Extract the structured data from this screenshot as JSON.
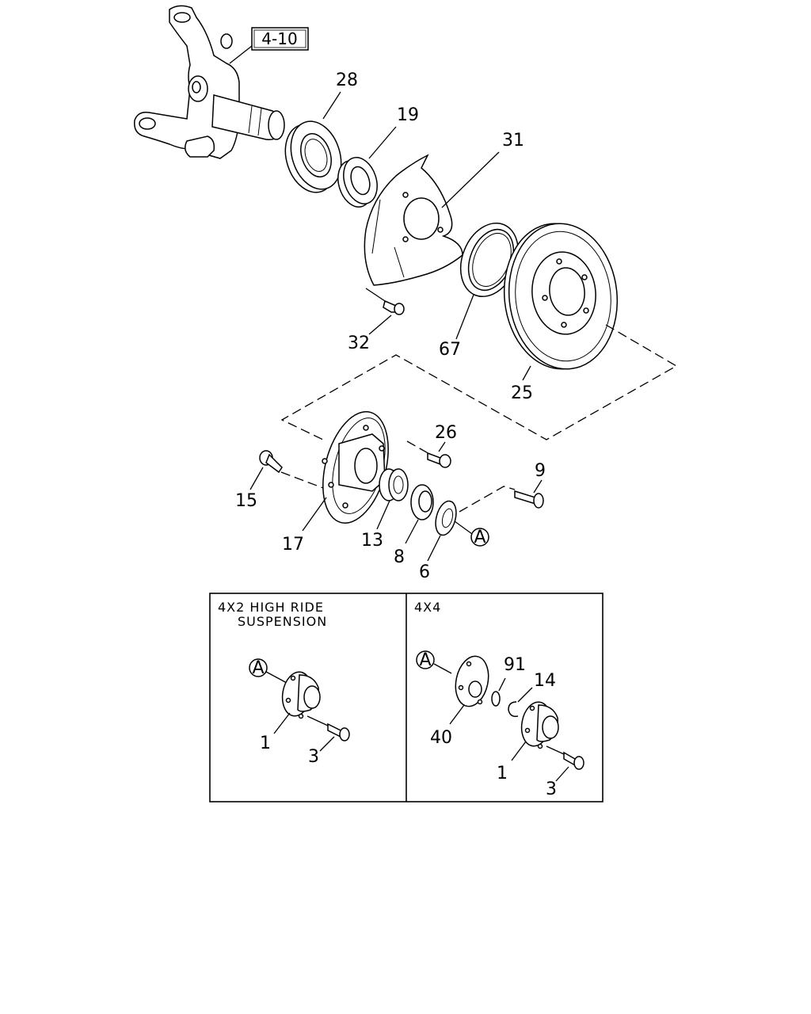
{
  "ref_box": "4-10",
  "callouts": {
    "c28": "28",
    "c19": "19",
    "c31": "31",
    "c32": "32",
    "c67": "67",
    "c25": "25",
    "c26": "26",
    "c15": "15",
    "c17": "17",
    "c13": "13",
    "c8": "8",
    "c6": "6",
    "c9": "9",
    "cA": "A"
  },
  "panel_left": {
    "title_line1": "4X2 HIGH RIDE",
    "title_line2": "SUSPENSION",
    "cA": "A",
    "c1": "1",
    "c3": "3"
  },
  "panel_right": {
    "title": "4X4",
    "cA": "A",
    "c91": "91",
    "c14": "14",
    "c40": "40",
    "c1": "1",
    "c3": "3"
  }
}
